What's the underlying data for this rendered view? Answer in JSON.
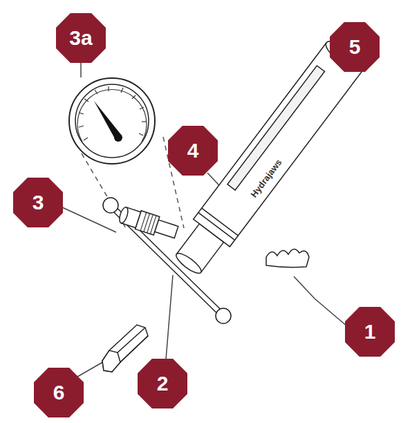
{
  "diagram": {
    "nodes": [
      {
        "text": [
          "3a"
        ]
      },
      {
        "text": [
          "5"
        ]
      },
      {
        "text": [
          "4"
        ]
      },
      {
        "text": [
          "3"
        ]
      },
      {
        "text": [
          "1"
        ]
      },
      {
        "text": [
          "6"
        ]
      },
      {
        "text": [
          "2"
        ]
      }
    ],
    "labels": [
      "Hydrajaws"
    ]
  }
}
